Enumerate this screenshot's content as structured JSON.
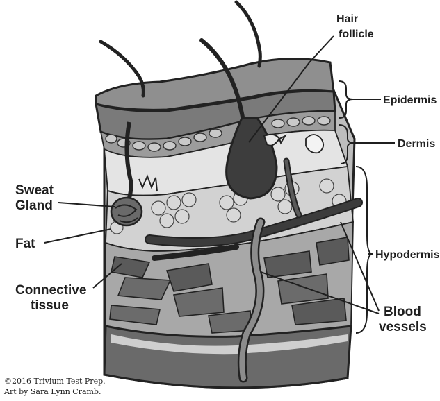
{
  "labels": {
    "hair_follicle_line1": "Hair",
    "hair_follicle_line2": "follicle",
    "epidermis": "Epidermis",
    "dermis": "Dermis",
    "hypodermis": "Hypodermis",
    "sweat_gland_line1": "Sweat",
    "sweat_gland_line2": "Gland",
    "fat": "Fat",
    "connective_tissue_line1": "Connective",
    "connective_tissue_line2": "tissue",
    "blood_vessels_line1": "Blood",
    "blood_vessels_line2": "vessels"
  },
  "credit": {
    "line1": "©2016 Trivium Test Prep.",
    "line2": "Art by Sara Lynn Cramb."
  },
  "colors": {
    "ink": "#1f1f1f",
    "epidermis_top": "#8a8a8a",
    "dermis": "#e2e2e2",
    "hypodermis_slab": "#5a5a5a",
    "vessel": "#3a3a3a"
  }
}
